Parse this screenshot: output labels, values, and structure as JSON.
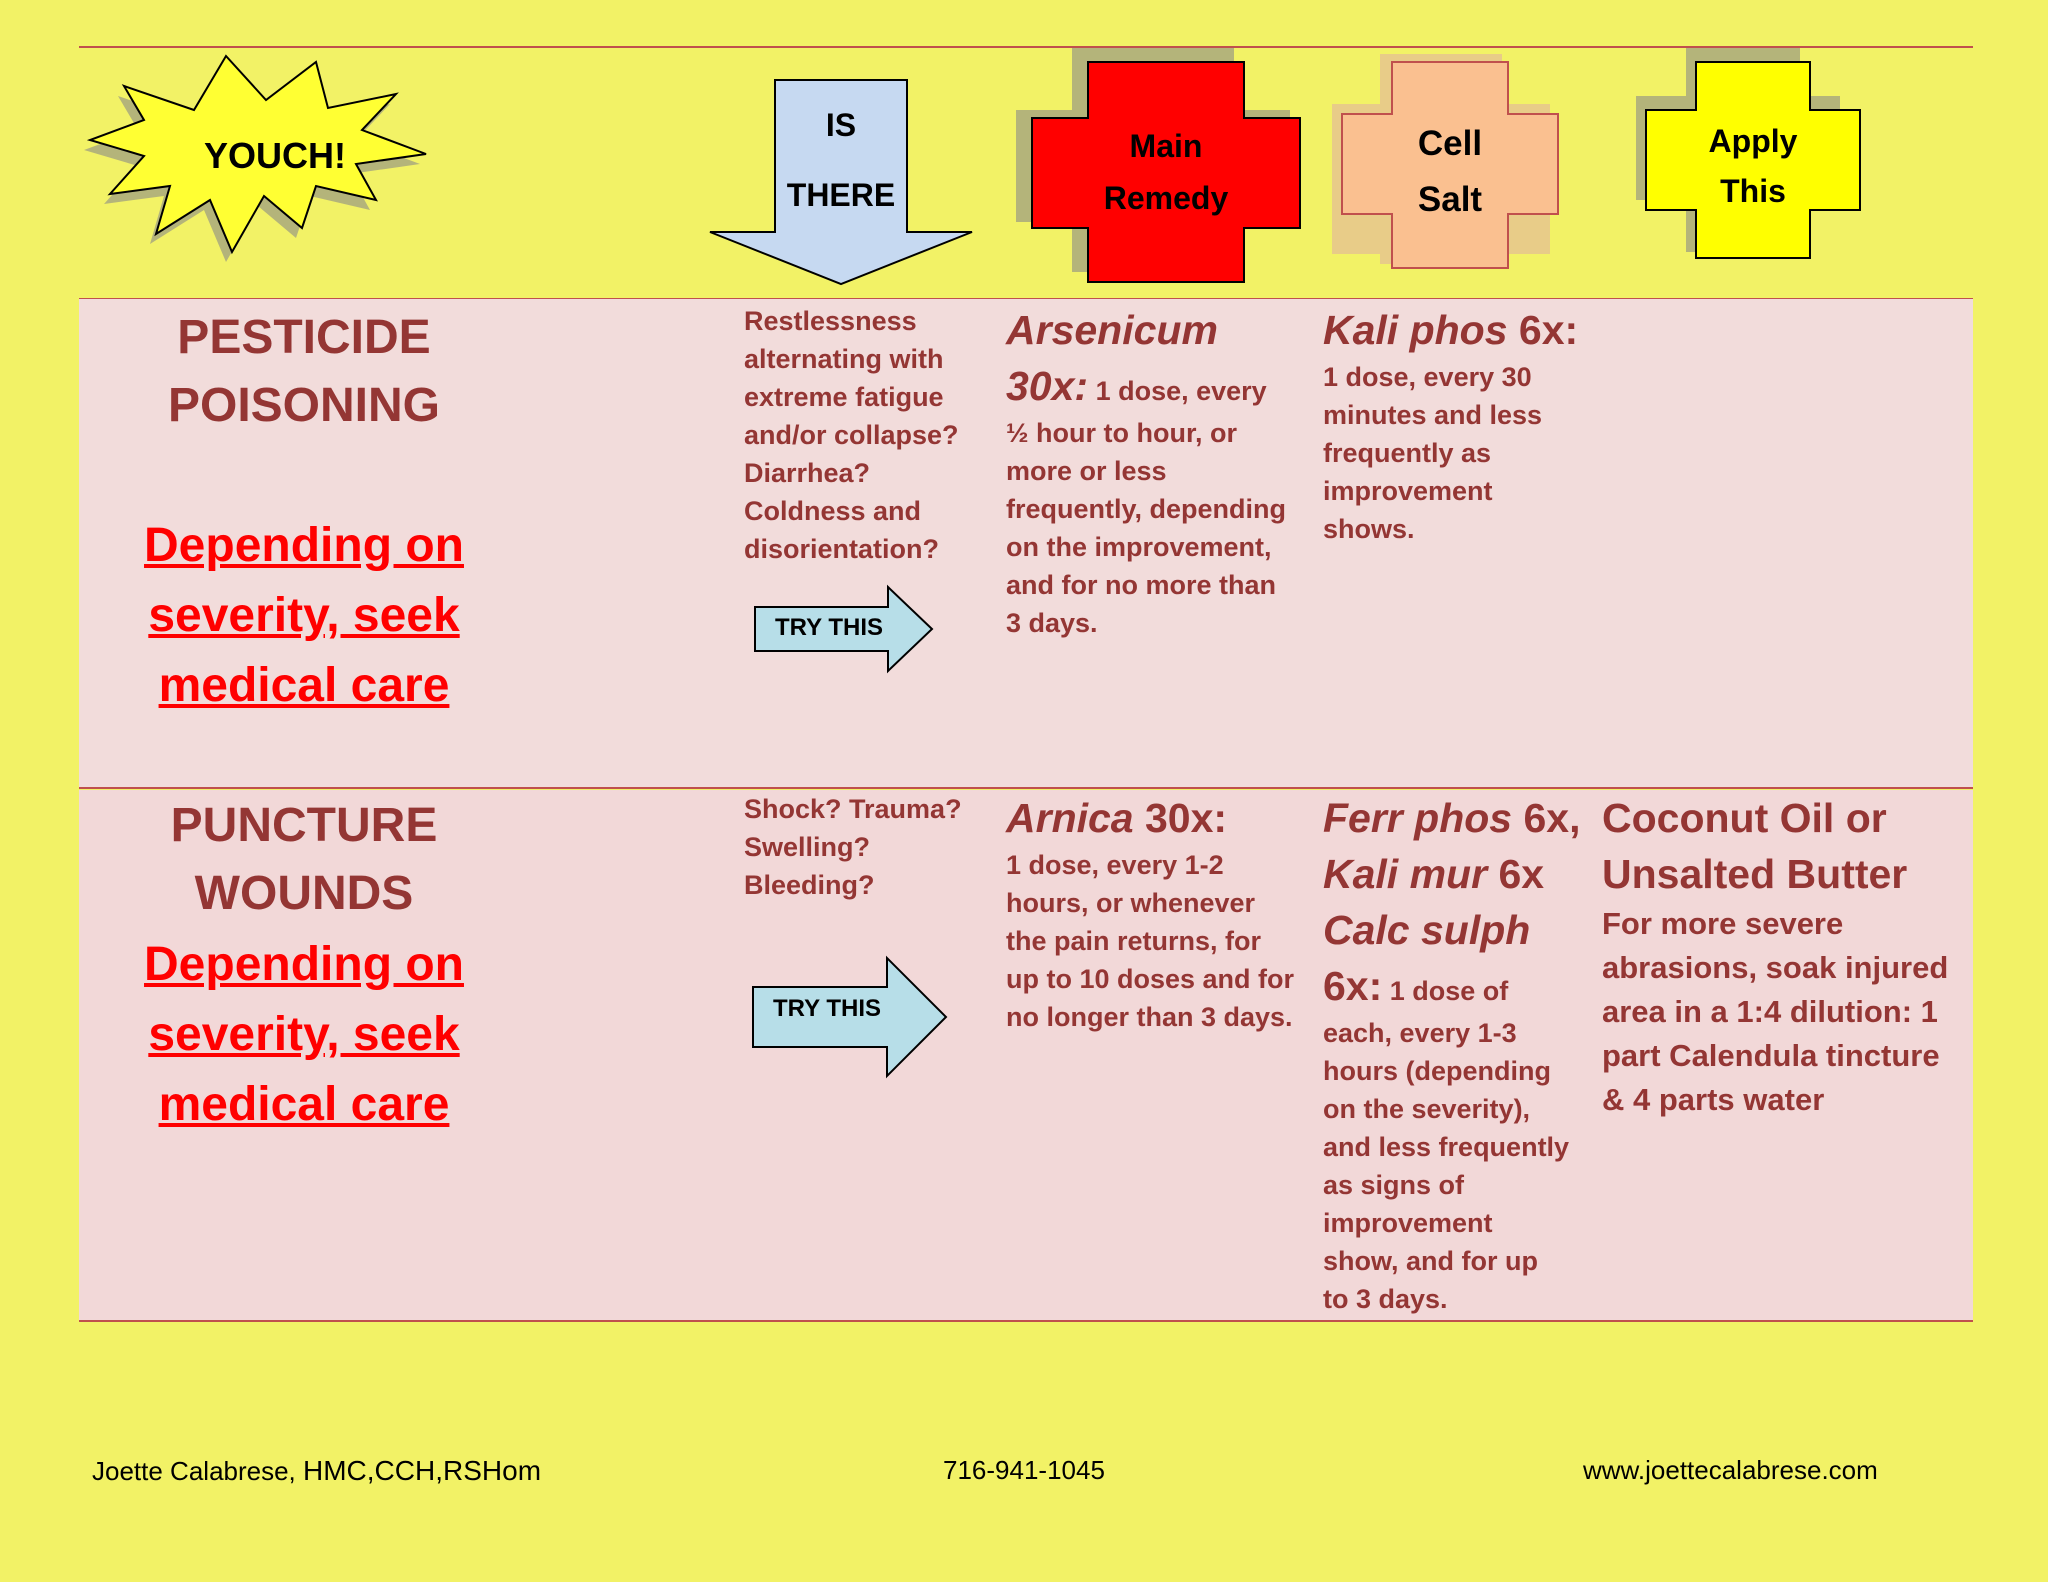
{
  "header": {
    "burst_label": "YOUCH!",
    "arrow_line1": "IS",
    "arrow_line2": "THERE",
    "main_line1": "Main",
    "main_line2": "Remedy",
    "cell_line1": "Cell",
    "cell_line2": "Salt",
    "apply_line1": "Apply",
    "apply_line2": "This"
  },
  "rows": [
    {
      "title_line1": "PESTICIDE",
      "title_line2": "POISONING",
      "warning": [
        "Depending on",
        "severity, seek",
        "medical care"
      ],
      "symptoms": [
        "Restlessness",
        "alternating with",
        "extreme fatigue",
        "and/or collapse?",
        "Diarrhea?",
        "Coldness and",
        "disorientation?"
      ],
      "try_label": "TRY THIS",
      "main_remedy_name": "Arsenicum",
      "main_remedy_potency": "30x:",
      "main_remedy_dose_inline": " 1 dose, every",
      "main_remedy_dose": [
        "½ hour to hour, or",
        "more or less",
        "frequently, depending",
        "on the improvement,",
        "and for no more than",
        "3 days."
      ],
      "cell_salt_name": "Kali phos",
      "cell_salt_potency": " 6x:",
      "cell_salt_dose": [
        "1 dose, every 30",
        "minutes and less",
        "frequently as",
        "improvement",
        "shows."
      ]
    },
    {
      "title_line1": "PUNCTURE",
      "title_line2": "WOUNDS",
      "warning": [
        "Depending on",
        "severity, seek",
        "medical care"
      ],
      "symptoms": [
        "Shock? Trauma?",
        "Swelling?",
        "Bleeding?"
      ],
      "try_label": "TRY THIS",
      "main_remedy_name": "Arnica",
      "main_remedy_potency": " 30x:",
      "main_remedy_dose": [
        "1 dose, every 1-2",
        "hours, or whenever",
        "the pain returns, for",
        "up to 10 doses and for",
        "no longer than 3 days."
      ],
      "cell_salt_lines": [
        {
          "name": "Ferr phos",
          "potency": " 6x,"
        },
        {
          "name": "Kali mur",
          "potency": " 6x"
        },
        {
          "name": "Calc sulph",
          "potency": ""
        }
      ],
      "cell_salt_last_potency": "6x:",
      "cell_salt_dose_inline": " 1 dose of",
      "cell_salt_dose": [
        "each, every 1-3",
        "hours (depending",
        "on the severity),",
        "and less frequently",
        "as signs of",
        "improvement",
        "show, and for up",
        "to 3 days."
      ],
      "apply_title": [
        "Coconut Oil or",
        "Unsalted Butter"
      ],
      "apply_body": [
        "For more severe",
        "abrasions, soak injured",
        "area in a 1:4 dilution: 1",
        "part Calendula tincture",
        "& 4 parts water"
      ]
    }
  ],
  "footer": {
    "author_name": "Joette Calabrese, ",
    "author_credentials": "HMC,CCH,RSHom",
    "phone": "716-941-1045",
    "website": "www.joettecalabrese.com"
  }
}
